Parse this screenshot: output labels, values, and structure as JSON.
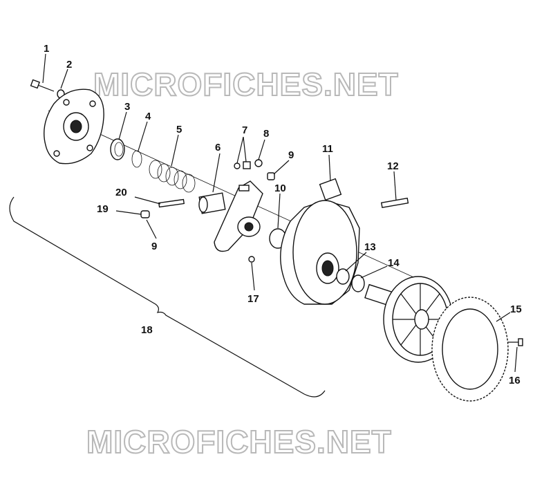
{
  "watermark": {
    "top": "MICROFICHES.NET",
    "bottom": "MICROFICHES.NET"
  },
  "callouts": {
    "c1": "1",
    "c2": "2",
    "c3": "3",
    "c4": "4",
    "c5": "5",
    "c6": "6",
    "c7": "7",
    "c8": "8",
    "c9a": "9",
    "c9b": "9",
    "c10": "10",
    "c11": "11",
    "c12": "12",
    "c13": "13",
    "c14": "14",
    "c15": "15",
    "c16": "16",
    "c17": "17",
    "c18": "18",
    "c19": "19",
    "c20": "20"
  }
}
